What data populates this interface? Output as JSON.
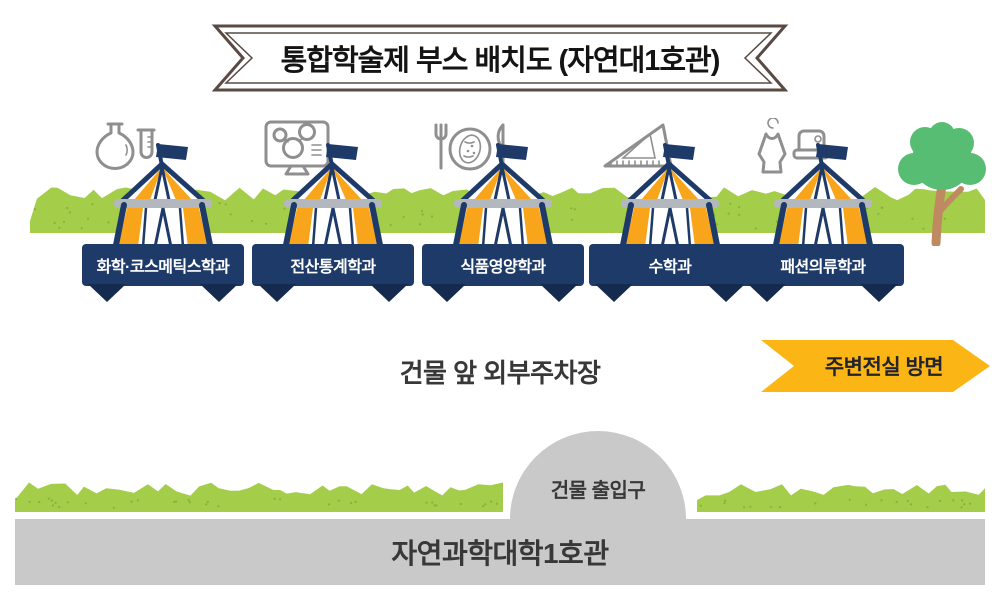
{
  "poster": {
    "title": "통합학술제 부스 배치도 (자연대1호관)",
    "parking_area_label": "건물 앞 외부주차장",
    "direction_sign_label": "주변전실 방면",
    "entrance_label": "건물 출입구",
    "building_label": "자연과학대학1호관",
    "booths": [
      {
        "name": "화학·코스메틱스학과",
        "icon": "chemistry-flask-and-test-tube"
      },
      {
        "name": "전산통계학과",
        "icon": "computer-monitor-with-molecule"
      },
      {
        "name": "식품영양학과",
        "icon": "plate-with-fork-and-knife"
      },
      {
        "name": "수학과",
        "icon": "set-square-triangle-ruler"
      },
      {
        "name": "패션의류학과",
        "icon": "hanger-top-and-sewing-machine"
      }
    ],
    "colors": {
      "navy": "#1e3a68",
      "navy_dark": "#142a4f",
      "tent_yellow": "#f8a51b",
      "arrow_yellow": "#fbb515",
      "grass_green": "#a4cd4a",
      "grass_speckle": "#84b23a",
      "tree_green": "#57bd73",
      "trunk_brown": "#bf8a62",
      "building_gray": "#c9c9c9",
      "bar_gray": "#b2b8bd",
      "ribbon_border": "#5a4a44",
      "icon_gray": "#8f8f8f",
      "text_dark": "#383838"
    }
  }
}
